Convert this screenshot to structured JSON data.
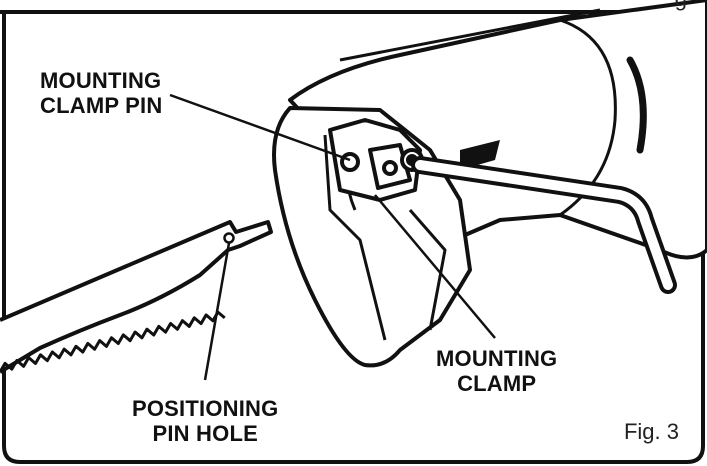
{
  "labels": {
    "mounting_clamp_pin": [
      "MOUNTING",
      "CLAMP PIN"
    ],
    "positioning_pin_hole": [
      "POSITIONING",
      "PIN HOLE"
    ],
    "mounting_clamp": [
      "MOUNTING",
      "CLAMP"
    ]
  },
  "figure_label": "Fig. 3",
  "top_fragment": "g",
  "colors": {
    "ink": "#111111",
    "paper": "#ffffff"
  }
}
